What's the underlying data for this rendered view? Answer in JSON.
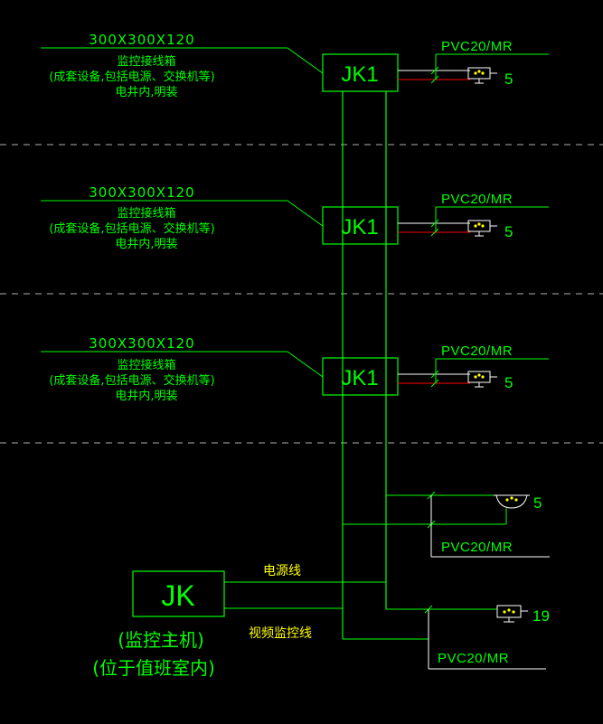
{
  "floors": [
    {
      "box_label": "JK1",
      "spec": "300X300X120",
      "desc_lines": [
        "监控接线箱",
        "(成套设备,包括电源、交换机等)",
        "电井内,明装"
      ],
      "conduit": "PVC20/MR",
      "camera_count": "5"
    },
    {
      "box_label": "JK1",
      "spec": "300X300X120",
      "desc_lines": [
        "监控接线箱",
        "(成套设备,包括电源、交换机等)",
        "电井内,明装"
      ],
      "conduit": "PVC20/MR",
      "camera_count": "5"
    },
    {
      "box_label": "JK1",
      "spec": "300X300X120",
      "desc_lines": [
        "监控接线箱",
        "(成套设备,包括电源、交换机等)",
        "电井内,明装"
      ],
      "conduit": "PVC20/MR",
      "camera_count": "5"
    }
  ],
  "lower_branches": [
    {
      "conduit": "PVC20/MR",
      "camera_count": "5"
    },
    {
      "conduit": "PVC20/MR",
      "camera_count": "19"
    }
  ],
  "host": {
    "label": "JK",
    "caption_line1": "(监控主机)",
    "caption_line2": "(位于值班室内)"
  },
  "cables": {
    "power_label": "电源线",
    "video_label": "视频监控线"
  },
  "colors": {
    "green": "#00ff00",
    "green_light": "#33ff66",
    "white": "#ffffff",
    "red": "#ff0000",
    "yellow": "#ffff00",
    "dash": "#b0b0b0"
  }
}
